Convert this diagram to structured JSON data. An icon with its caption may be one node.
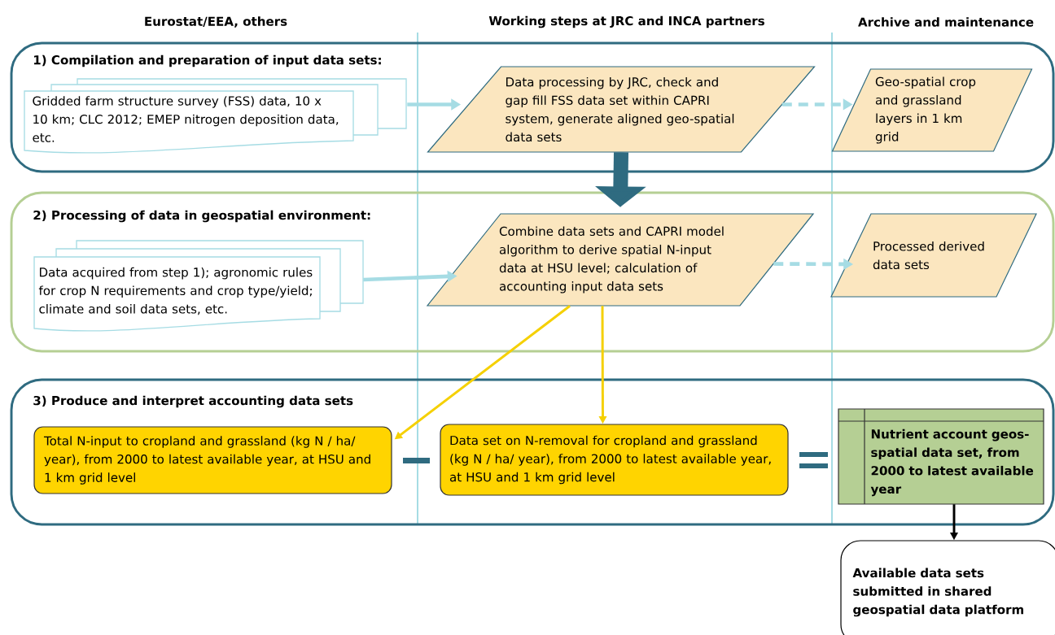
{
  "diagram": {
    "nodes": [
      {
        "text": [
          "1) Compilation and preparation of input data sets:"
        ]
      },
      {
        "text": [
          "Gridded farm structure survey (FSS) data, 10 x 10 km; CLC 2012; EMEP nitrogen deposition data, etc."
        ],
        "in": 0
      },
      {
        "text": [
          "Data processing by JRC, check and gap fill FSS data set within CAPRI system, generate aligned geo-spatial data sets"
        ],
        "in": 0
      },
      {
        "text": [
          "Geo-spatial crop and grassland layers in 1 km grid"
        ],
        "in": 0
      },
      {
        "text": [
          "2) Processing of data in geospatial environment:"
        ]
      },
      {
        "text": [
          "Data acquired from step 1); agronomic rules for crop N requirements and crop type/yield; climate and soil data sets, etc."
        ],
        "in": 4
      },
      {
        "text": [
          "Combine data sets and CAPRI model algorithm to derive spatial N-input data at HSU level; calculation of accounting input data sets"
        ],
        "in": 4
      },
      {
        "text": [
          "Processed derived data sets"
        ],
        "in": 4
      },
      {
        "text": [
          "3) Produce and interpret accounting data sets"
        ]
      },
      {
        "text": [
          "Total N-input to cropland and grassland (kg N / ha/ year), from 2000 to latest available year, at HSU and 1 km grid level"
        ],
        "in": 8
      },
      {
        "text": [
          "Data set on N-removal for cropland and grassland (kg N / ha/ year), from 2000 to latest available year, at HSU and 1 km grid level"
        ],
        "in": 8
      },
      {
        "text": [
          "Nutrient account geos-spatial data set, from 2000 to latest available year"
        ],
        "in": 8
      },
      {
        "text": [
          "Available data sets submitted in shared geospatial data platform"
        ]
      }
    ],
    "edges": [
      {
        "from": 1,
        "to": 2,
        "arrow": "to"
      },
      {
        "from": 2,
        "to": 3,
        "arrow": "to",
        "style": "dashed"
      },
      {
        "from": 2,
        "to": 6,
        "arrow": "to",
        "style": "thick",
        "color": "#2f6b80"
      },
      {
        "from": 5,
        "to": 6,
        "arrow": "to"
      },
      {
        "from": 6,
        "to": 7,
        "arrow": "to",
        "style": "dashed"
      },
      {
        "from": 6,
        "to": 9,
        "arrow": "to",
        "color": "#f5d000"
      },
      {
        "from": 6,
        "to": 10,
        "arrow": "to",
        "color": "#f5d000"
      },
      {
        "from": 11,
        "to": 12,
        "arrow": "to",
        "color": "#000000"
      }
    ],
    "labels": [
      "Eurostat/EEA, others",
      "Working steps at JRC and INCA partners",
      "Archive and maintenance"
    ]
  }
}
